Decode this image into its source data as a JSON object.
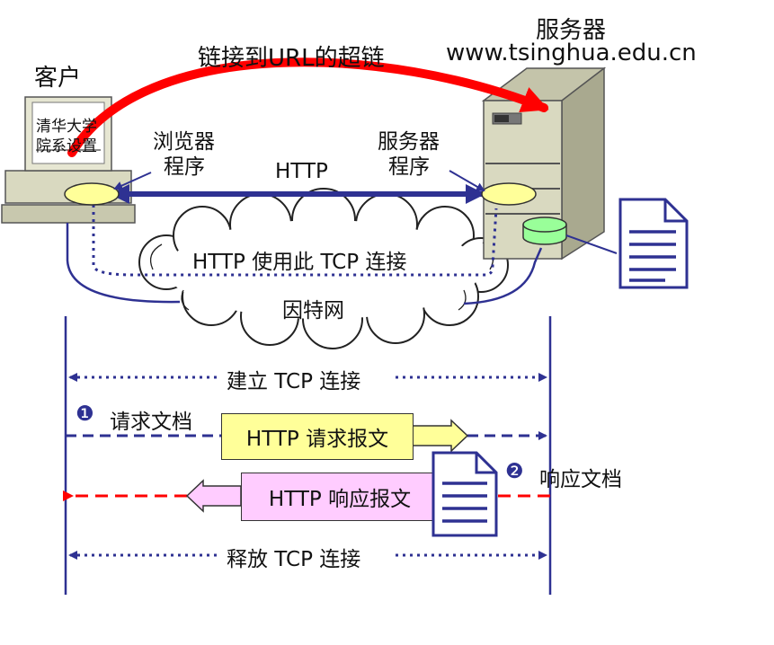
{
  "client": {
    "title": "客户",
    "screen_text": [
      "清华大学",
      "院系设置"
    ],
    "browser_label": [
      "浏览器",
      "程序"
    ]
  },
  "server": {
    "title": "服务器",
    "url": "www.tsinghua.edu.cn",
    "program_label": [
      "服务器",
      "程序"
    ]
  },
  "hyperlink_label": "链接到URL的超链",
  "http_label": "HTTP",
  "cloud": {
    "tcp_label": "HTTP 使用此 TCP 连接",
    "internet_label": "因特网"
  },
  "sequence": {
    "establish": "建立 TCP 连接",
    "step1": {
      "number": "❶",
      "label": "请求文档"
    },
    "request_box": "HTTP 请求报文",
    "step2": {
      "number": "❷",
      "label": "响应文档"
    },
    "response_box": "HTTP 响应报文",
    "release": "释放 TCP 连接"
  },
  "colors": {
    "navy": "#2e3192",
    "red": "#ff0000",
    "request_fill": "#ffff99",
    "response_fill": "#ffccff",
    "oval_fill": "#ffff99",
    "db_fill": "#99ff99",
    "server_body": "#d9d9c0"
  }
}
